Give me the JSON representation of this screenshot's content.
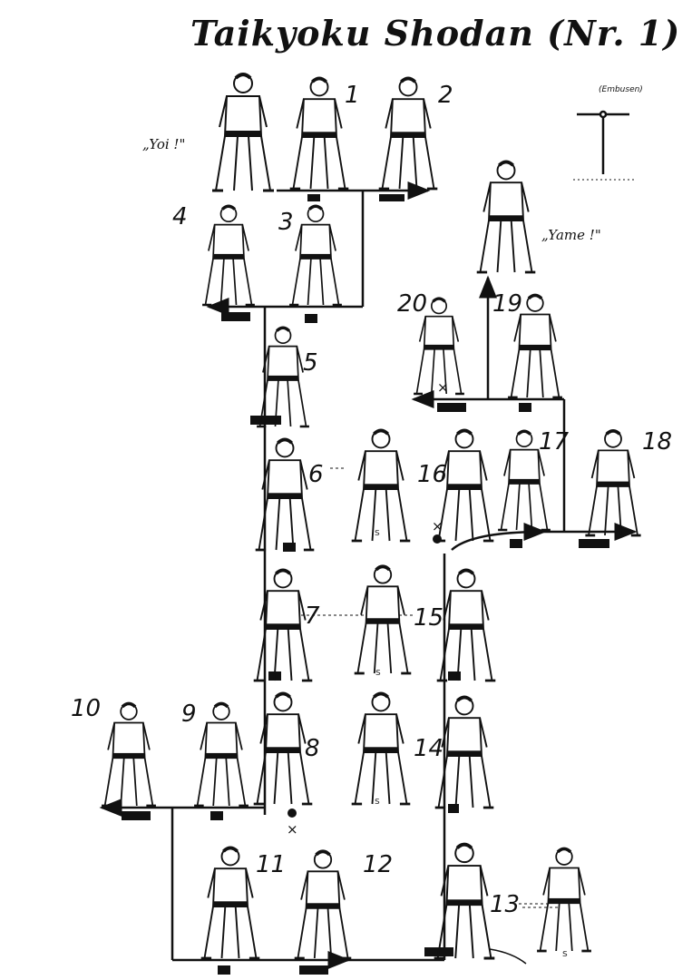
{
  "title": "Taikyoku Shodan  (Nr. 1)",
  "commands": {
    "start": "„Yoi !\"",
    "end": "„Yame !\""
  },
  "embusen_label": "(Embusen)",
  "step_numbers": [
    "1",
    "2",
    "3",
    "4",
    "5",
    "6",
    "7",
    "8",
    "9",
    "10",
    "11",
    "12",
    "13",
    "14",
    "15",
    "16",
    "17",
    "18",
    "19",
    "20"
  ],
  "markers": {
    "s": "s",
    "x": "×"
  }
}
